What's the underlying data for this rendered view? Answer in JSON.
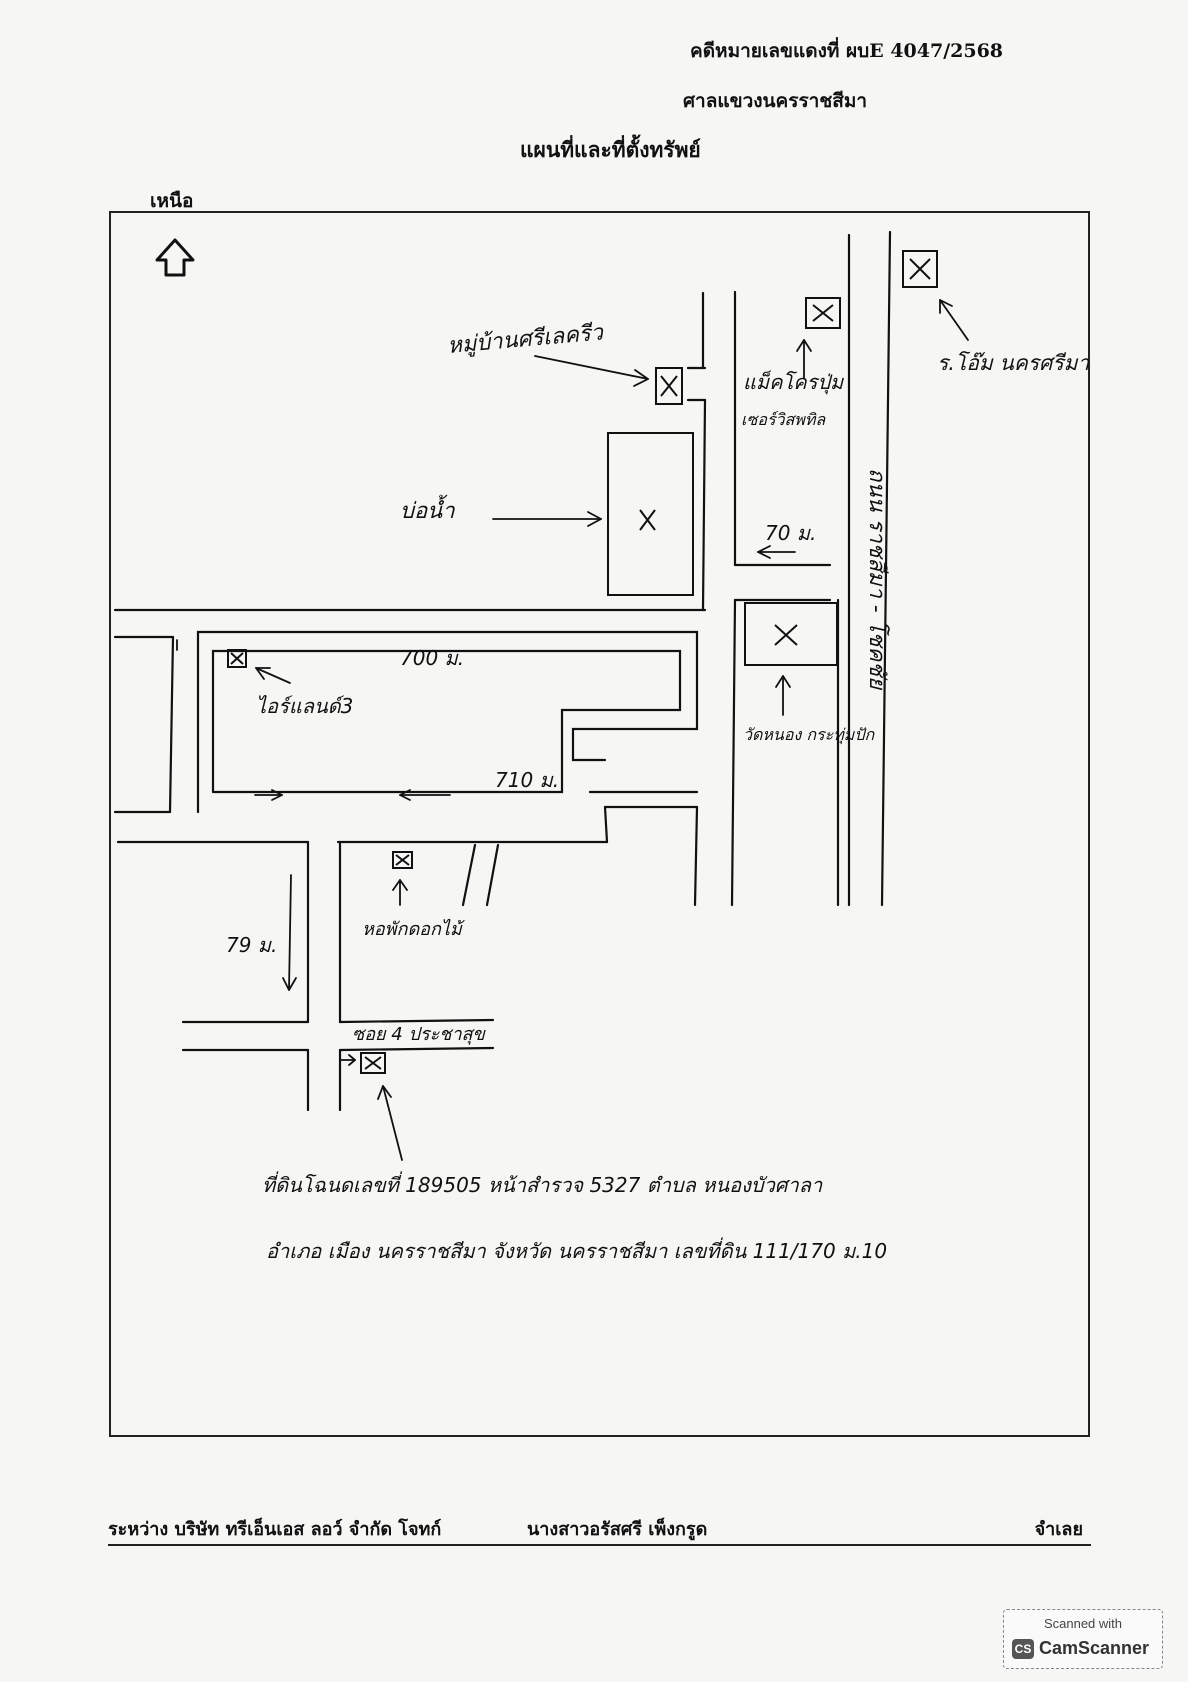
{
  "header": {
    "case_number": "คดีหมายเลขแดงที่ ผบE 4047/2568",
    "court": "ศาลแขวงนครราชสีมา",
    "title": "แผนที่และที่ตั้งทรัพย์",
    "north_label": "เหนือ"
  },
  "map": {
    "landmarks": [
      "หมู่บ้านศรีเลครีว",
      "แม็คโครปุ่ม",
      "เซอร์วิสพทิล",
      "ร.โอ๊ม นครศรีมา",
      "บ่อน้ำ",
      "วัดหนอง กระทุ่มปัก",
      "ไอร์แลนด์3",
      "หอพักดอกไม้",
      "ซอย 4 ประชาสุข"
    ],
    "road_label": "ถนน ราชสีมา - โชคชัย",
    "distances": [
      "70 ม.",
      "700 ม.",
      "710 ม.",
      "79 ม."
    ],
    "property_note_line1": "ที่ดินโฉนดเลขที่ 189505 หน้าสำรวจ 5327 ตำบล หนองบัวศาลา",
    "property_note_line2": "อำเภอ เมือง นครราชสีมา จังหวัด นครราชสีมา เลขที่ดิน 111/170 ม.10"
  },
  "footer": {
    "plaintiff": "ระหว่าง บริษัท ทรีเอ็นเอส ลอว์ จำกัด โจทก์",
    "defendant_name": "นางสาวอรัสศรี เพ็งกรูด",
    "defendant_role": "จำเลย"
  },
  "stamp": {
    "top_text": "Scanned with",
    "logo": "CS",
    "brand": "CamScanner"
  }
}
